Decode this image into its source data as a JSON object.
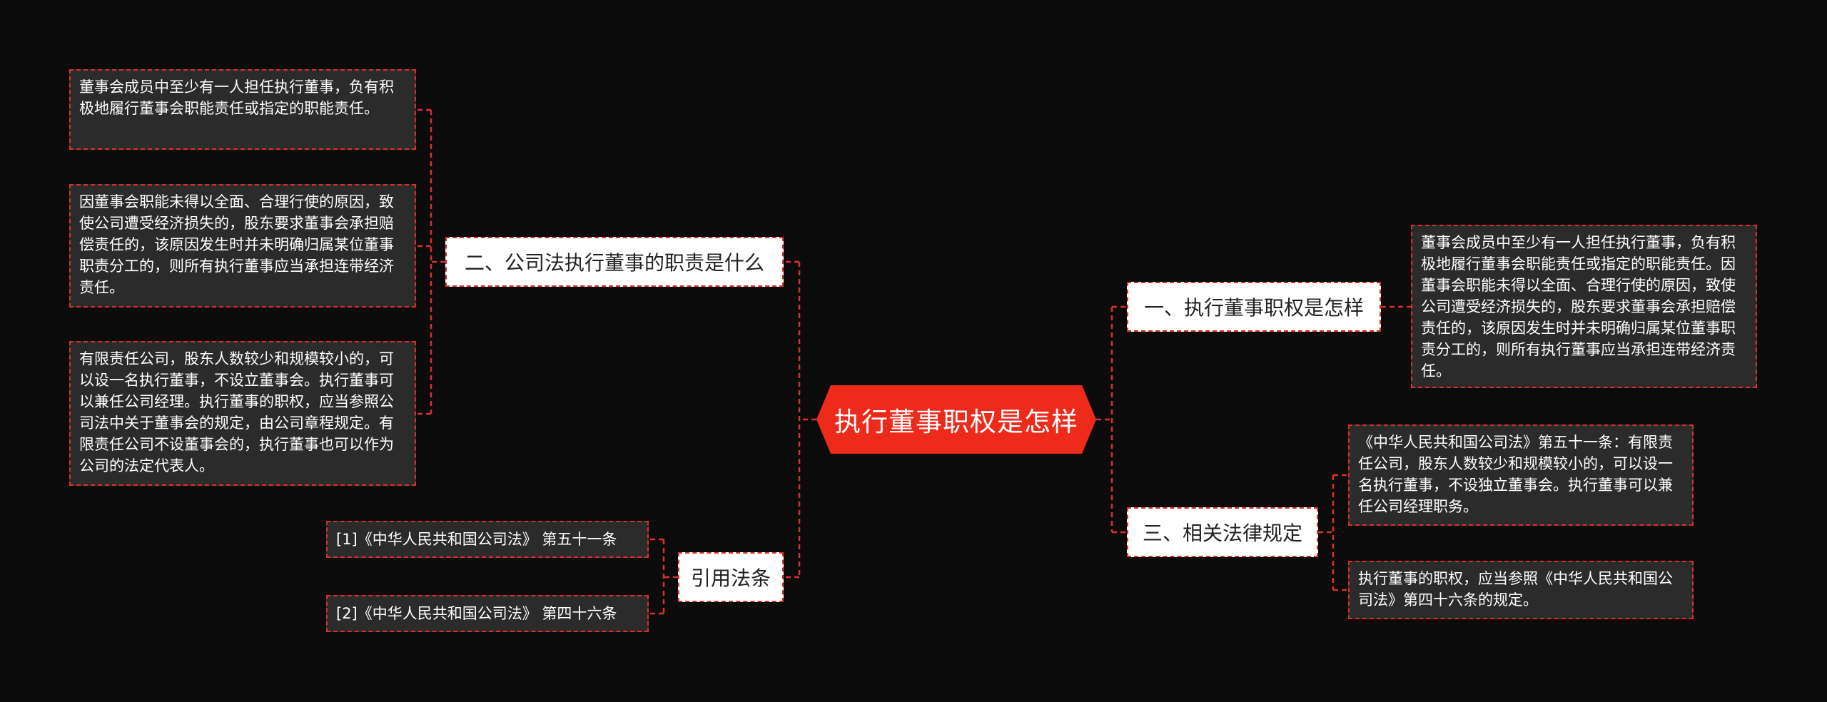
{
  "root": {
    "label": "执行董事职权是怎样"
  },
  "left_branches": {
    "duty": {
      "label": "二、公司法执行董事的职责是什么",
      "leaves": [
        "董事会成员中至少有一人担任执行董事，负有积极地履行董事会职能责任或指定的职能责任。",
        "因董事会职能未得以全面、合理行使的原因，致使公司遭受经济损失的，股东要求董事会承担赔偿责任的，该原因发生时并未明确归属某位董事职责分工的，则所有执行董事应当承担连带经济责任。",
        "有限责任公司，股东人数较少和规模较小的，可以设一名执行董事，不设立董事会。执行董事可以兼任公司经理。执行董事的职权，应当参照公司法中关于董事会的规定，由公司章程规定。有限责任公司不设董事会的，执行董事也可以作为公司的法定代表人。"
      ]
    },
    "citations": {
      "label": "引用法条",
      "leaves": [
        "[1]《中华人民共和国公司法》 第五十一条",
        "[2]《中华人民共和国公司法》 第四十六条"
      ]
    }
  },
  "right_branches": {
    "powers": {
      "label": "一、执行董事职权是怎样",
      "leaves": [
        "董事会成员中至少有一人担任执行董事，负有积极地履行董事会职能责任或指定的职能责任。因董事会职能未得以全面、合理行使的原因，致使公司遭受经济损失的，股东要求董事会承担赔偿责任的，该原因发生时并未明确归属某位董事职责分工的，则所有执行董事应当承担连带经济责任。"
      ]
    },
    "laws": {
      "label": "三、相关法律规定",
      "leaves": [
        "《中华人民共和国公司法》第五十一条：有限责任公司，股东人数较少和规模较小的，可以设一名执行董事，不设独立董事会。执行董事可以兼任公司经理职务。",
        "执行董事的职权，应当参照《中华人民共和国公司法》第四十六条的规定。"
      ]
    }
  },
  "colors": {
    "background": "#0b0b0b",
    "root_fill": "#ee2a1b",
    "connector": "#d9302a",
    "leaf_fill": "#2b2b2b",
    "branch_fill": "#ffffff"
  }
}
